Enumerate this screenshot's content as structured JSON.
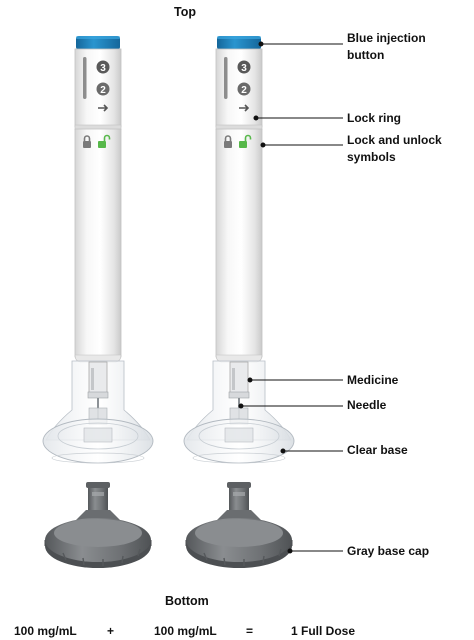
{
  "title": "Top",
  "bottom": "Bottom",
  "labels": {
    "blue_button_line1": "Blue injection",
    "blue_button_line2": "button",
    "lock_ring": "Lock ring",
    "lock_symbols_line1": "Lock and unlock",
    "lock_symbols_line2": "symbols",
    "medicine": "Medicine",
    "needle": "Needle",
    "clear_base": "Clear base",
    "gray_base_cap": "Gray base cap"
  },
  "dial_numbers": [
    "3",
    "2"
  ],
  "equation": {
    "left": "100 mg/mL",
    "plus": "+",
    "right": "100 mg/mL",
    "equals": "=",
    "result": "1 Full Dose"
  },
  "colors": {
    "button_blue": "#1f7fb8",
    "lock_green": "#57b84a",
    "cap_gray": "#6f7275",
    "pen_white": "#f1f1f1"
  }
}
